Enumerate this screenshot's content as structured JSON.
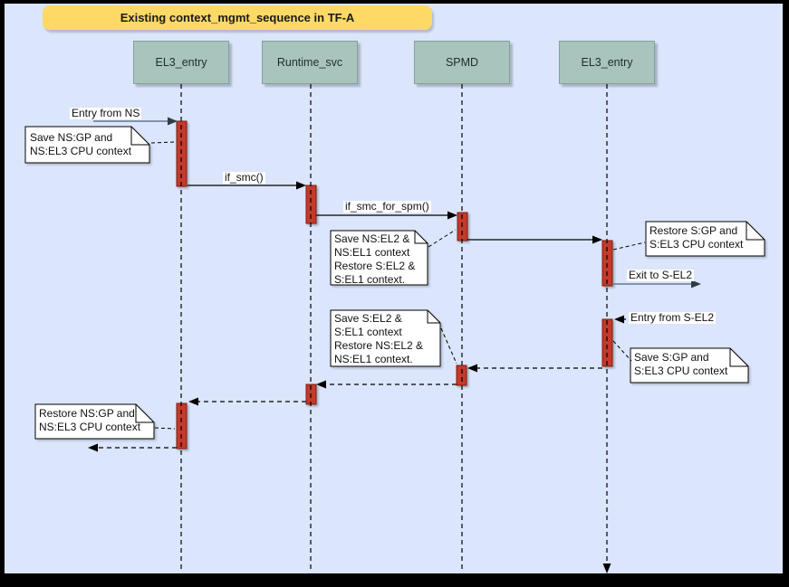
{
  "title": {
    "label": "Existing context_mgmt_sequence in TF-A"
  },
  "lifelines": [
    {
      "label": "EL3_entry"
    },
    {
      "label": "Runtime_svc"
    },
    {
      "label": "SPMD"
    },
    {
      "label": "EL3_entry"
    }
  ],
  "messages": [
    {
      "label": "Entry from NS"
    },
    {
      "label": "if_smc()"
    },
    {
      "label": "if_smc_for_spm()"
    },
    {
      "label": "Exit to S-EL2"
    },
    {
      "label": "Entry from S-EL2"
    }
  ],
  "notes": [
    {
      "text": "Save NS:GP and\nNS:EL3 CPU context"
    },
    {
      "text": "Save NS:EL2 &\nNS:EL1 context\nRestore S:EL2 &\nS:EL1 context."
    },
    {
      "text": "Restore S:GP and\nS:EL3 CPU context"
    },
    {
      "text": "Save S:EL2 &\nS:EL1 context\nRestore NS:EL2 &\nNS:EL1 context."
    },
    {
      "text": "Save S:GP and\nS:EL3 CPU context"
    },
    {
      "text": "Restore NS:GP and\nNS:EL3 CPU context"
    }
  ],
  "colors": {
    "background": "#dbe5fb",
    "frame": "#000000",
    "title_fill": "#ffd966",
    "lifeline_header_fill": "#a9c4bd",
    "activation_fill": "#c5392b",
    "note_fill": "#ffffff",
    "gray_arrow": "#66788f"
  }
}
